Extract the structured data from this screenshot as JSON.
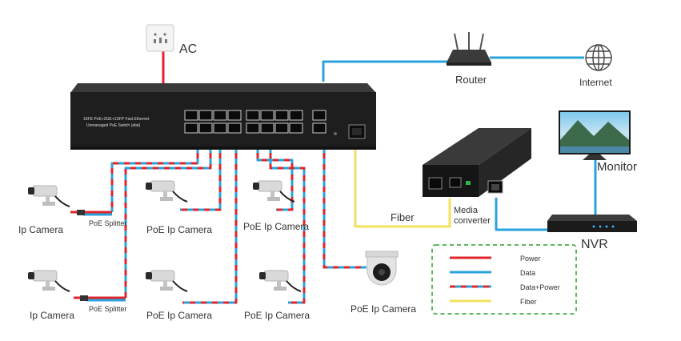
{
  "labels": {
    "ac": "AC",
    "router": "Router",
    "internet": "Internet",
    "monitor": "Monitor",
    "nvr": "NVR",
    "fiber": "Fiber",
    "media_converter_line1": "Media",
    "media_converter_line2": "converter",
    "poe_splitter_1": "PoE Splitter",
    "poe_splitter_2": "PoE Splitter",
    "cam_ip_1": "Ip Camera",
    "cam_poe_2": "PoE Ip Camera",
    "cam_poe_3": "PoE Ip Camera",
    "cam_ip_4": "Ip Camera",
    "cam_poe_5": "PoE Ip Camera",
    "cam_poe_6": "PoE Ip Camera",
    "cam_dome": "PoE Ip Camera"
  },
  "switch": {
    "model_line1": "16FE PoE+2GE+1SFP Fast Ethernet",
    "model_line2": "Unmanaged PoE Switch (afat)"
  },
  "legend": {
    "items": [
      {
        "label": "Power",
        "kind": "power"
      },
      {
        "label": "Data",
        "kind": "data"
      },
      {
        "label": "Data+Power",
        "kind": "dataPower"
      },
      {
        "label": "Fiber",
        "kind": "fiber"
      }
    ]
  },
  "colors": {
    "power": "#e0262b",
    "data": "#29a3dc",
    "fiber": "#f2e15c",
    "legend_border": "#5cb85c",
    "device_dark": "#222222"
  }
}
